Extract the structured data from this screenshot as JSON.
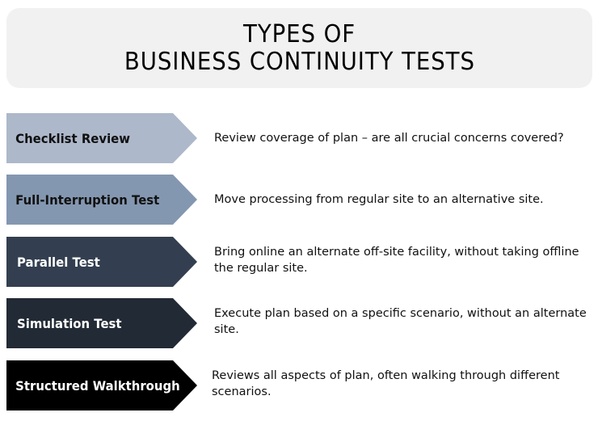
{
  "header": {
    "title_line1": "TYPES OF",
    "title_line2": "BUSINESS CONTINUITY TESTS",
    "background": "#f1f1f1"
  },
  "rows": [
    {
      "label": "Checklist Review",
      "description": "Review coverage of plan – are all crucial concerns covered?",
      "color": "#adb8ca",
      "text_color": "#111111"
    },
    {
      "label": "Full-Interruption Test",
      "description": "Move processing from regular site to an alternative site.",
      "color": "#8497b0",
      "text_color": "#111111"
    },
    {
      "label": "Parallel Test",
      "description": "Bring online an alternate off-site facility, without taking offline the regular site.",
      "color": "#333f50",
      "text_color": "#ffffff"
    },
    {
      "label": "Simulation Test",
      "description": "Execute plan based on a specific scenario, without an alternate site.",
      "color": "#222a35",
      "text_color": "#ffffff"
    },
    {
      "label": "Structured Walkthrough",
      "description": "Reviews all aspects of plan, often walking through different scenarios.",
      "color": "#000000",
      "text_color": "#ffffff"
    }
  ]
}
